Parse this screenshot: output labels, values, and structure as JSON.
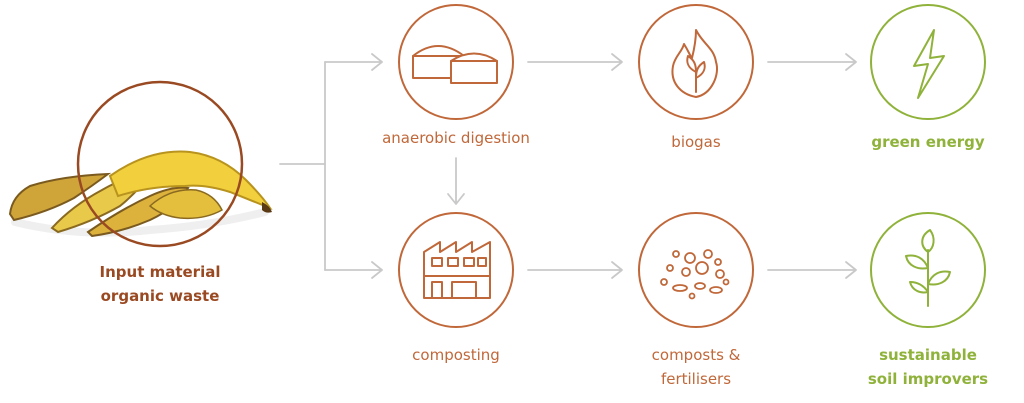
{
  "colors": {
    "orange": "#c0683a",
    "green": "#8fb23a",
    "brown": "#9a4a22",
    "arrow": "#c9c9c9",
    "banana": "#e8c23a"
  },
  "input": {
    "line1": "Input material",
    "line2": "organic waste",
    "icon": "banana-peel-icon"
  },
  "nodes": {
    "anaerobic": {
      "label": "anaerobic digestion",
      "icon": "digester-tanks-icon"
    },
    "biogas": {
      "label": "biogas",
      "icon": "flame-icon"
    },
    "green_energy": {
      "label": "green energy",
      "icon": "lightning-icon"
    },
    "composting": {
      "label": "composting",
      "icon": "factory-icon"
    },
    "composts": {
      "line1": "composts &",
      "line2": "fertilisers",
      "icon": "granules-icon"
    },
    "soil": {
      "line1": "sustainable",
      "line2": "soil improvers",
      "icon": "plant-sprout-icon"
    }
  }
}
